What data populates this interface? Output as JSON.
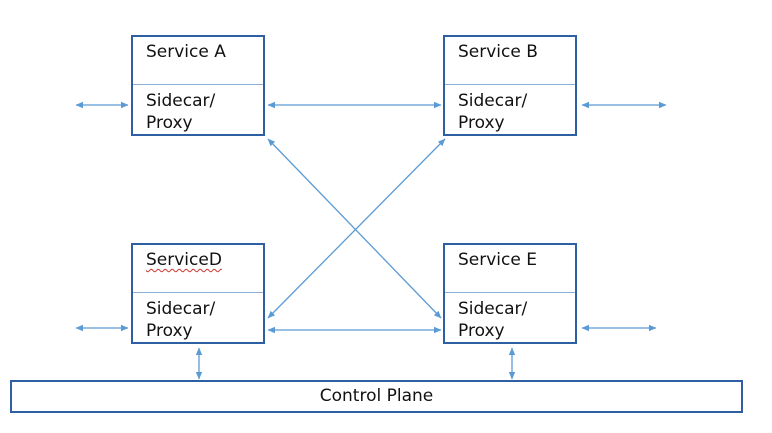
{
  "services": {
    "a": {
      "name": "Service A",
      "proxy_line1": "Sidecar/",
      "proxy_line2": "Proxy"
    },
    "b": {
      "name": "Service B",
      "proxy_line1": "Sidecar/",
      "proxy_line2": "Proxy"
    },
    "d": {
      "name": "ServiceD",
      "proxy_line1": "Sidecar/",
      "proxy_line2": "Proxy"
    },
    "e": {
      "name": "Service E",
      "proxy_line1": "Sidecar/",
      "proxy_line2": "Proxy"
    }
  },
  "control_plane": {
    "label": "Control Plane"
  },
  "colors": {
    "box_border": "#2e5fa3",
    "divider": "#8fb0d8",
    "arrow": "#5b9bd5",
    "spellcheck_underline": "#d0342c"
  }
}
